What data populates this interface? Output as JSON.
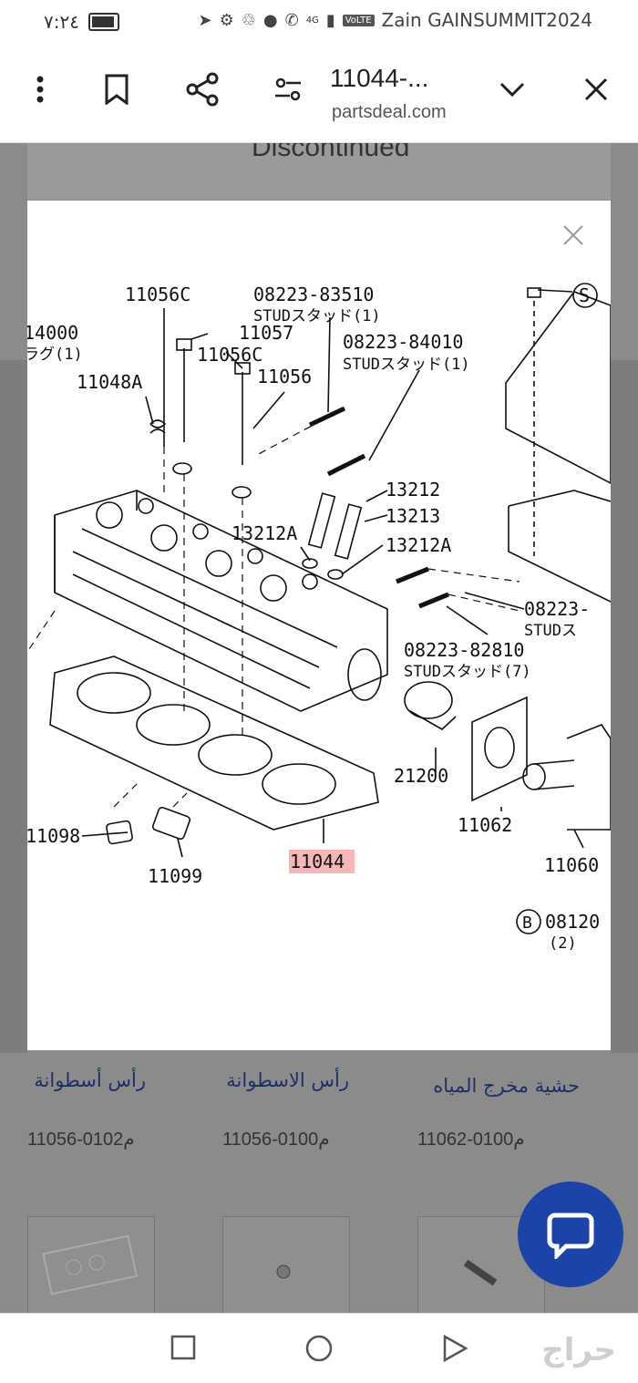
{
  "status": {
    "time": "٧:٢٤",
    "network": "4G",
    "volte": "VoLTE",
    "carrier": "Zain GAINSUMMIT2024"
  },
  "toolbar": {
    "title": "11044-...",
    "domain": "partsdeal.com"
  },
  "page": {
    "discontinued": "Discontinued",
    "products": [
      {
        "title": "رأس أسطوانة",
        "code": "11056-0102م"
      },
      {
        "title": "رأس الاسطوانة",
        "code": "11056-0100م"
      },
      {
        "title": "حشية مخرج المياه",
        "code": "11062-0100م"
      }
    ]
  },
  "diagram": {
    "labels": {
      "p11056C_a": "11056C",
      "p08223_83510": "08223-83510",
      "stud1_a": "STUDスタッド(1)",
      "p14000": "14000",
      "plug1": "ラグ(1)",
      "p11057": "11057",
      "p11056C_b": "11056C",
      "p08223_84010": "08223-84010",
      "stud1_b": "STUDスタッド(1)",
      "p11048A": "11048A",
      "p11056": "11056",
      "p13212": "13212",
      "p13213": "13213",
      "p13212A_l": "13212A",
      "p13212A_r": "13212A",
      "p08223_r": "08223-",
      "stud_r": "STUDス",
      "p08223_82810": "08223-82810",
      "stud7": "STUDスタッド(7)",
      "p21200": "21200",
      "p11062": "11062",
      "p11098": "11098",
      "p11099": "11099",
      "p11044": "11044",
      "p11060": "11060",
      "p08120": "08120",
      "qty2": "(2)",
      "markS": "S",
      "markB": "B"
    },
    "highlight_color": "#f4b6b6"
  },
  "colors": {
    "chat_fab": "#1b43a8",
    "link_title": "#1e2f68"
  }
}
